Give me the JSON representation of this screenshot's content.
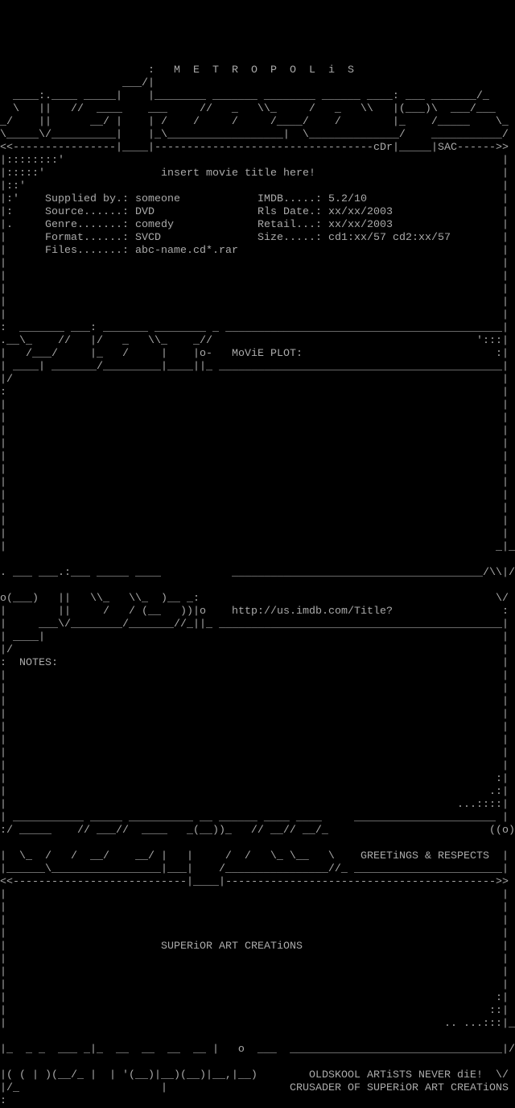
{
  "frame": {
    "v": "|"
  },
  "header": {
    "group": "M  E  T  R  O  P  O  L  i  S"
  },
  "release": {
    "title": "insert movie title here!",
    "left_fields": [
      {
        "label": "Supplied by.:",
        "value": "someone"
      },
      {
        "label": "Source......:",
        "value": "DVD"
      },
      {
        "label": "Genre.......:",
        "value": "comedy"
      },
      {
        "label": "Format......:",
        "value": "SVCD"
      },
      {
        "label": "Files.......:",
        "value": "abc-name.cd*.rar"
      }
    ],
    "right_fields": [
      {
        "label": "IMDB.....:",
        "value": "5.2/10"
      },
      {
        "label": "Rls Date.:",
        "value": "xx/xx/2003"
      },
      {
        "label": "Retail...:",
        "value": "xx/xx/2003"
      },
      {
        "label": "Size.....:",
        "value": "cd1:xx/57 cd2:xx/57"
      }
    ]
  },
  "sections": {
    "plot": "MoViE PLOT:",
    "imdb_url": "http://us.imdb.com/Title?",
    "notes": "NOTES:",
    "greetings": "GREETiNGS & RESPECTS",
    "greets_body": "SUPERiOR ART CREATiONS"
  },
  "footer": {
    "motto": "OLDSKOOL ARTiSTS NEVER diE!",
    "tagline": "CRUSADER OF SUPERiOR ART CREATiONS"
  },
  "art": {
    "l5": ":",
    "l6": "___/|",
    "l7": "  ____:.____ _____|    |________ _______ ________ ______ ____: ___ _______/_",
    "l8": "  \\   ||   //  ____    ___     //   _   \\\\_     /   _   \\\\   |(___)\\  ___/___",
    "l9": "_/    ||      __/ |    | /    /     /     /____/    /        |_    /_____    \\_",
    "l10": "\\_____\\/__________|    |_\\__________________|  \\______________/    ___________/",
    "l11a": "<<----------------|____|----------------------------------",
    "l11b": "cDr|_____|SAC------>>",
    "l12": "|::::::::'",
    "l13": "|:::::'",
    "l14": "|::'",
    "l15": "|:'",
    "l16": "|:",
    "l17": "|.",
    "l25a": ":  _______ ___: _______ ________ _",
    "l25b": "___________________________________________|",
    "l26a": ".__\\_    //   |/   _   \\\\_    _//",
    "l26b": "':::|",
    "l27a": "|   /___/     |_   /     |    |o-",
    "l27b": ":|",
    "l28a": "| ____| _______/_________|____||_",
    "l28b": "____________________________________________|",
    "l29": "|/",
    "l30": ":",
    "l42b": "_|_",
    "l44a": ". ___ ___.:___ _____ ____",
    "l44b": "_______________________________________/\\\\|/",
    "l46a": "o(___)   ||   \\\\_   \\\\_  )__ _:",
    "l46b": "\\/",
    "l47a": "|        ||     /   / (__   ))|o",
    "l47b": ":",
    "l48a": "|     ___\\/________/_______//_||_",
    "l48b": "____________________________________________|",
    "l49a": "| ____|",
    "l50": "|/",
    "l51": ":",
    "l60b": ":|",
    "l61b": ".:|",
    "l62b": "...::::|",
    "l63a": "| ___________ _____ __________ __ ______ ____ ____",
    "l63b": "______________________ |",
    "l64a": ":/ _____    // ___//  ____   _(__))_   // __// __/_",
    "l64b": "((o)",
    "l66a": "|  \\_  /   /  __/    __/ |   |     /  /   \\_ \\__   \\",
    "l67a": "|______\\_________________|___|    /________________//_",
    "l67b": "_______________________|",
    "l68a": "<<---------------------------|____|",
    "l68b": "------------------------------------------>>",
    "l77b": ":|",
    "l78b": "::|",
    "l79b": ".. ...:::|_",
    "l81a": "|_  _ _  ___ _|_  __  __  __  __ |   o  ___",
    "l81b": "_________________________________|/",
    "l83a": "|( ( | )(__/_ |  | '(__)|__)(__)|__,|__)",
    "l83b": "\\/",
    "l84a": "|/_",
    "l84m": "|",
    "l85": ":"
  }
}
